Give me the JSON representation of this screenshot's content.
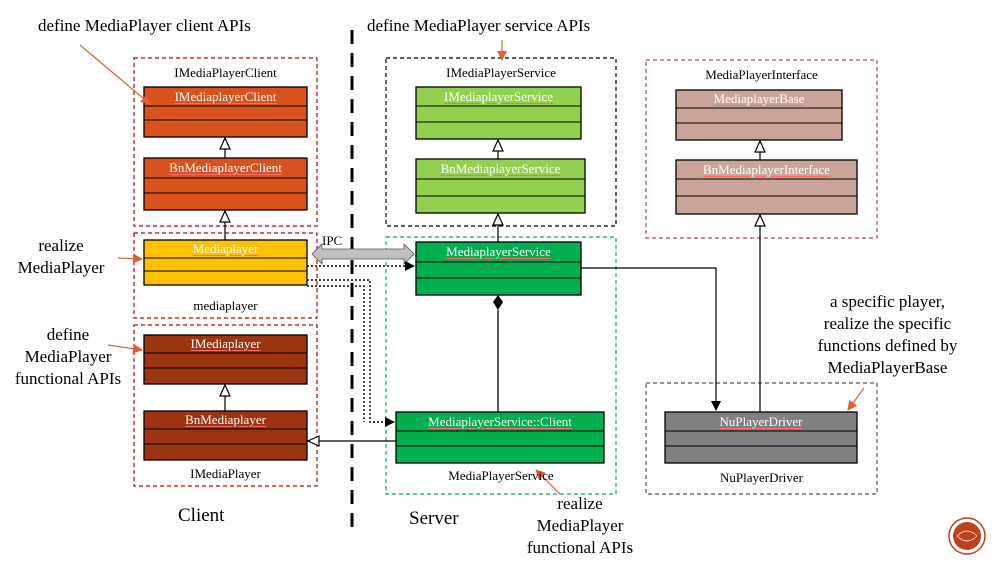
{
  "annotations": {
    "client_apis": "define MediaPlayer client APIs",
    "service_apis": "define MediaPlayer service APIs",
    "realize_1": "realize",
    "realize_2": "MediaPlayer",
    "define_1": "define",
    "define_2": "MediaPlayer",
    "define_3": "functional APIs",
    "specific_1": "a specific player,",
    "specific_2": "realize the specific",
    "specific_3": "functions defined by",
    "specific_4": "MediaPlayerBase",
    "realize_srv_1": "realize",
    "realize_srv_2": "MediaPlayer",
    "realize_srv_3": "functional APIs",
    "ipc": "IPC"
  },
  "sections": {
    "client": "Client",
    "server": "Server"
  },
  "packages": {
    "imediaplayerclient": "IMediaPlayerClient",
    "mediaplayer": "mediaplayer",
    "imediaplayer": "IMediaPlayer",
    "imediaplayerservice": "IMediaPlayerService",
    "mediaplayerservice": "MediaPlayerService",
    "mediaplayerinterface": "MediaPlayerInterface",
    "nuplayerdriver": "NuPlayerDriver"
  },
  "classes": {
    "imediaplayerclient": "IMediaplayerClient",
    "bnmediaplayerclient": "BnMediaplayerClient",
    "mediaplayer": "Mediaplayer",
    "imediaplayer": "IMediaplayer",
    "bnmediaplayer": "BnMediaplayer",
    "imediaplayerservice": "IMediaplayerService",
    "bnmediaplayerservice": "BnMediaplayerService",
    "mediaplayerservice": "MediaplayerService",
    "mediaplayerservice_client": "MediaplayerService::Client",
    "mediaplayerbase": "MediaplayerBase",
    "bnmediaplayerinterface": "BnMediaplayerInterface",
    "nuplayerdriver": "NuPlayerDriver"
  },
  "colors": {
    "orange_red": "#d9521c",
    "yellow": "#ffc000",
    "brown": "#9c3311",
    "light_green": "#92d050",
    "green": "#00b050",
    "rose": "#c9a49a",
    "gray": "#808080",
    "annot_arrow": "#e06030",
    "logo": "#c0401c"
  }
}
